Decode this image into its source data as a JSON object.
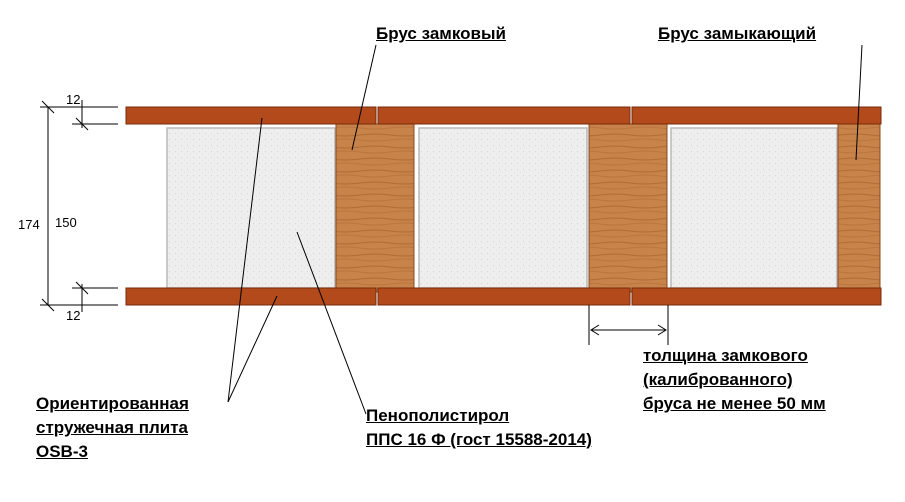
{
  "labels": {
    "beam_lock": "Брус замковый",
    "beam_closing": "Брус замыкающий",
    "osb_line1": "Ориентированная",
    "osb_line2": "стружечная плита",
    "osb_line3": "OSB-3",
    "eps_line1": "Пенополистирол",
    "eps_line2": "ППС 16 Ф (гост 15588-2014)",
    "thick_line1": "толщина замкового",
    "thick_line2": "(калиброванного)",
    "thick_line3": "бруса не менее 50 мм"
  },
  "dimensions": {
    "top_osb": "12",
    "bottom_osb": "12",
    "total": "174",
    "core": "150"
  },
  "colors": {
    "osb": "#b24a1c",
    "osb_edge": "#7a2a08",
    "wood": "#c7834a",
    "wood_dark": "#a8612d",
    "foam": "#eeeeee",
    "foam_edge": "#b9b9b9"
  }
}
